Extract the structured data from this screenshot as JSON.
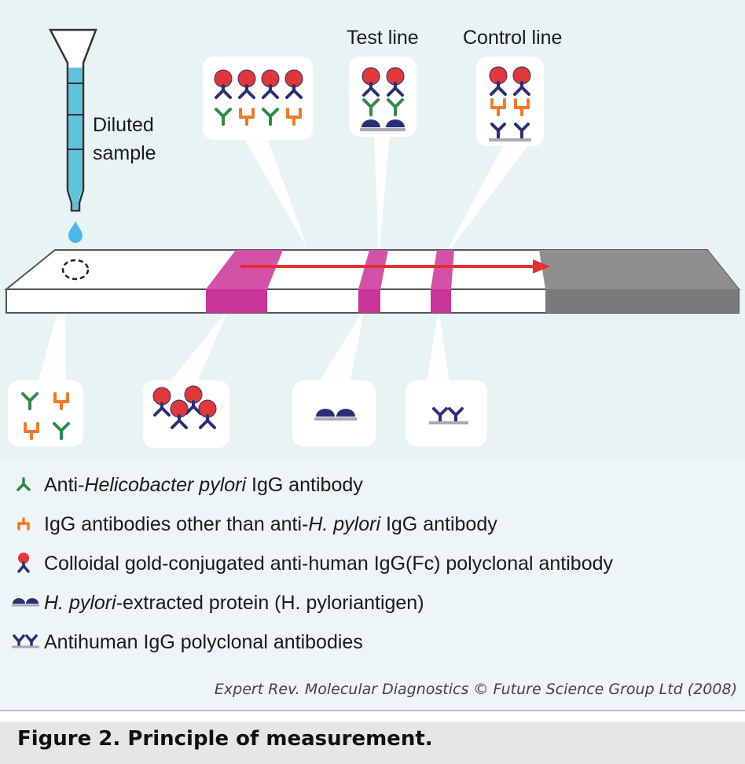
{
  "labels": {
    "diluted_sample": "Diluted",
    "diluted_sample_2": "sample",
    "test_line": "Test line",
    "control_line": "Control line"
  },
  "legend": [
    {
      "icon": "anti-h-pylori-igg-icon",
      "pre": "Anti-",
      "em": "Helicobacter pylori",
      "post": " IgG antibody"
    },
    {
      "icon": "other-igg-icon",
      "pre": "IgG antibodies other than anti-",
      "em": "H. pylori",
      "post": " IgG antibody"
    },
    {
      "icon": "gold-conjugate-icon",
      "pre": "Colloidal gold-conjugated anti-human IgG(Fc) polyclonal antibody",
      "em": "",
      "post": ""
    },
    {
      "icon": "antigen-icon",
      "pre": "",
      "em": "H. pylori",
      "post": "-extracted protein (H. pyloriantigen)"
    },
    {
      "icon": "antihuman-igg-icon",
      "pre": "Antihuman IgG polyclonal antibodies",
      "em": "",
      "post": ""
    }
  ],
  "credit": "Expert Rev. Molecular Diagnostics © Future Science Group Ltd (2008)",
  "caption": "Figure 2. Principle of measurement.",
  "colors": {
    "green": "#2e8b4a",
    "orange": "#f07a28",
    "navy": "#2a2f75",
    "gold": "#e03838",
    "magenta": "#c8349a",
    "arrow": "#e03030",
    "pipette": "#5cc4dc",
    "absorbent": "#8f8f8f"
  }
}
